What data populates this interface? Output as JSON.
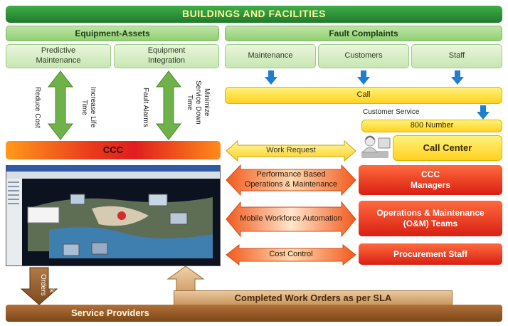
{
  "header": {
    "title": "BUILDINGS AND FACILITIES"
  },
  "equipment_assets": {
    "title": "Equipment-Assets",
    "predictive_maintenance": "Predictive Maintenance",
    "equipment_integration": "Equipment Integration",
    "reduce_cost": "Reduce Cost",
    "increase_life_time": "Increase Life Time",
    "fault_alarms": "Fault Alarms",
    "minimize_service": "Minimize Service Down Time"
  },
  "fault_complaints": {
    "title": "Fault Complaints",
    "maintenance": "Maintenance",
    "customers": "Customers",
    "staff": "Staff"
  },
  "call": "Call",
  "customer_service": "Customer Service",
  "number_800": "800 Number",
  "call_center": "Call Center",
  "ccc": "CCC",
  "arrows": {
    "work_request": "Work Request",
    "performance_based": "Performance Based Operations & Maintenance",
    "mobile_workforce": "Mobile Workforce Automation",
    "cost_control": "Cost Control"
  },
  "right_boxes": {
    "ccc_managers": "CCC Managers",
    "om_teams": "Operations & Maintenance (O&M) Teams",
    "procurement": "Procurement Staff"
  },
  "work_orders": "Work Orders",
  "completed_work_orders": "Completed Work Orders as per SLA",
  "service_providers": "Service Providers",
  "colors": {
    "green_dark": "#2e8f39",
    "yellow": "#ffd21f",
    "red": "#e02a18",
    "brown": "#8b5420",
    "arrow_blue": "#1e7fd0"
  }
}
